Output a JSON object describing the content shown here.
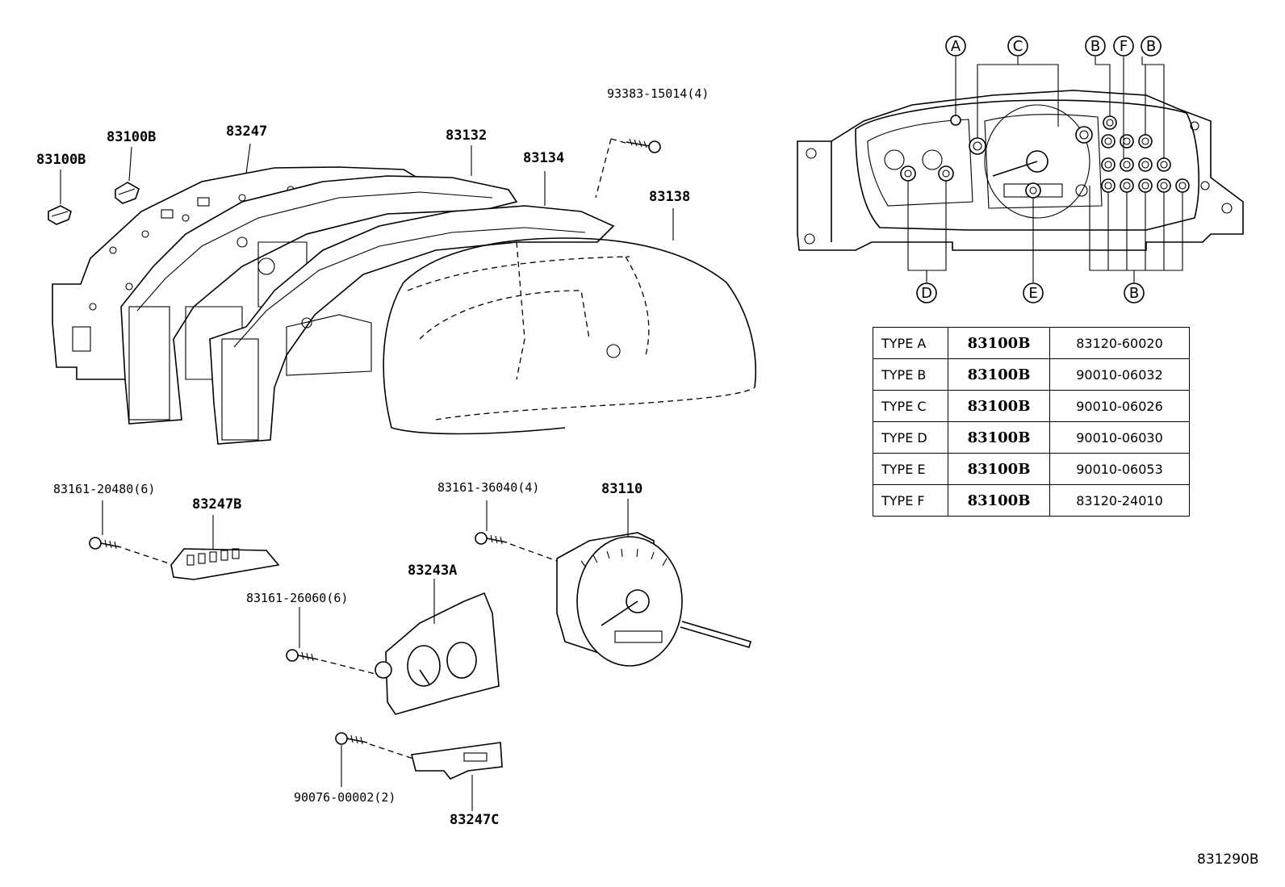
{
  "parts": {
    "p83100B_a": "83100B",
    "p83100B_b": "83100B",
    "p83247": "83247",
    "p83132": "83132",
    "p83134": "83134",
    "p93383": "93383-15014(4)",
    "p83138": "83138",
    "p83161_20480": "83161-20480(6)",
    "p83247B": "83247B",
    "p83161_36040": "83161-36040(4)",
    "p83110": "83110",
    "p83243A": "83243A",
    "p83161_26060": "83161-26060(6)",
    "p90076": "90076-00002(2)",
    "p83247C": "83247C"
  },
  "callouts": {
    "A": "A",
    "C": "C",
    "B1": "B",
    "F": "F",
    "B2": "B",
    "D": "D",
    "E": "E",
    "B3": "B"
  },
  "type_table": [
    {
      "type": "TYPE A",
      "part": "83100B",
      "number": "83120-60020"
    },
    {
      "type": "TYPE B",
      "part": "83100B",
      "number": "90010-06032"
    },
    {
      "type": "TYPE C",
      "part": "83100B",
      "number": "90010-06026"
    },
    {
      "type": "TYPE D",
      "part": "83100B",
      "number": "90010-06030"
    },
    {
      "type": "TYPE E",
      "part": "83100B",
      "number": "90010-06053"
    },
    {
      "type": "TYPE F",
      "part": "83100B",
      "number": "83120-24010"
    }
  ],
  "drawing_id": "831290B"
}
